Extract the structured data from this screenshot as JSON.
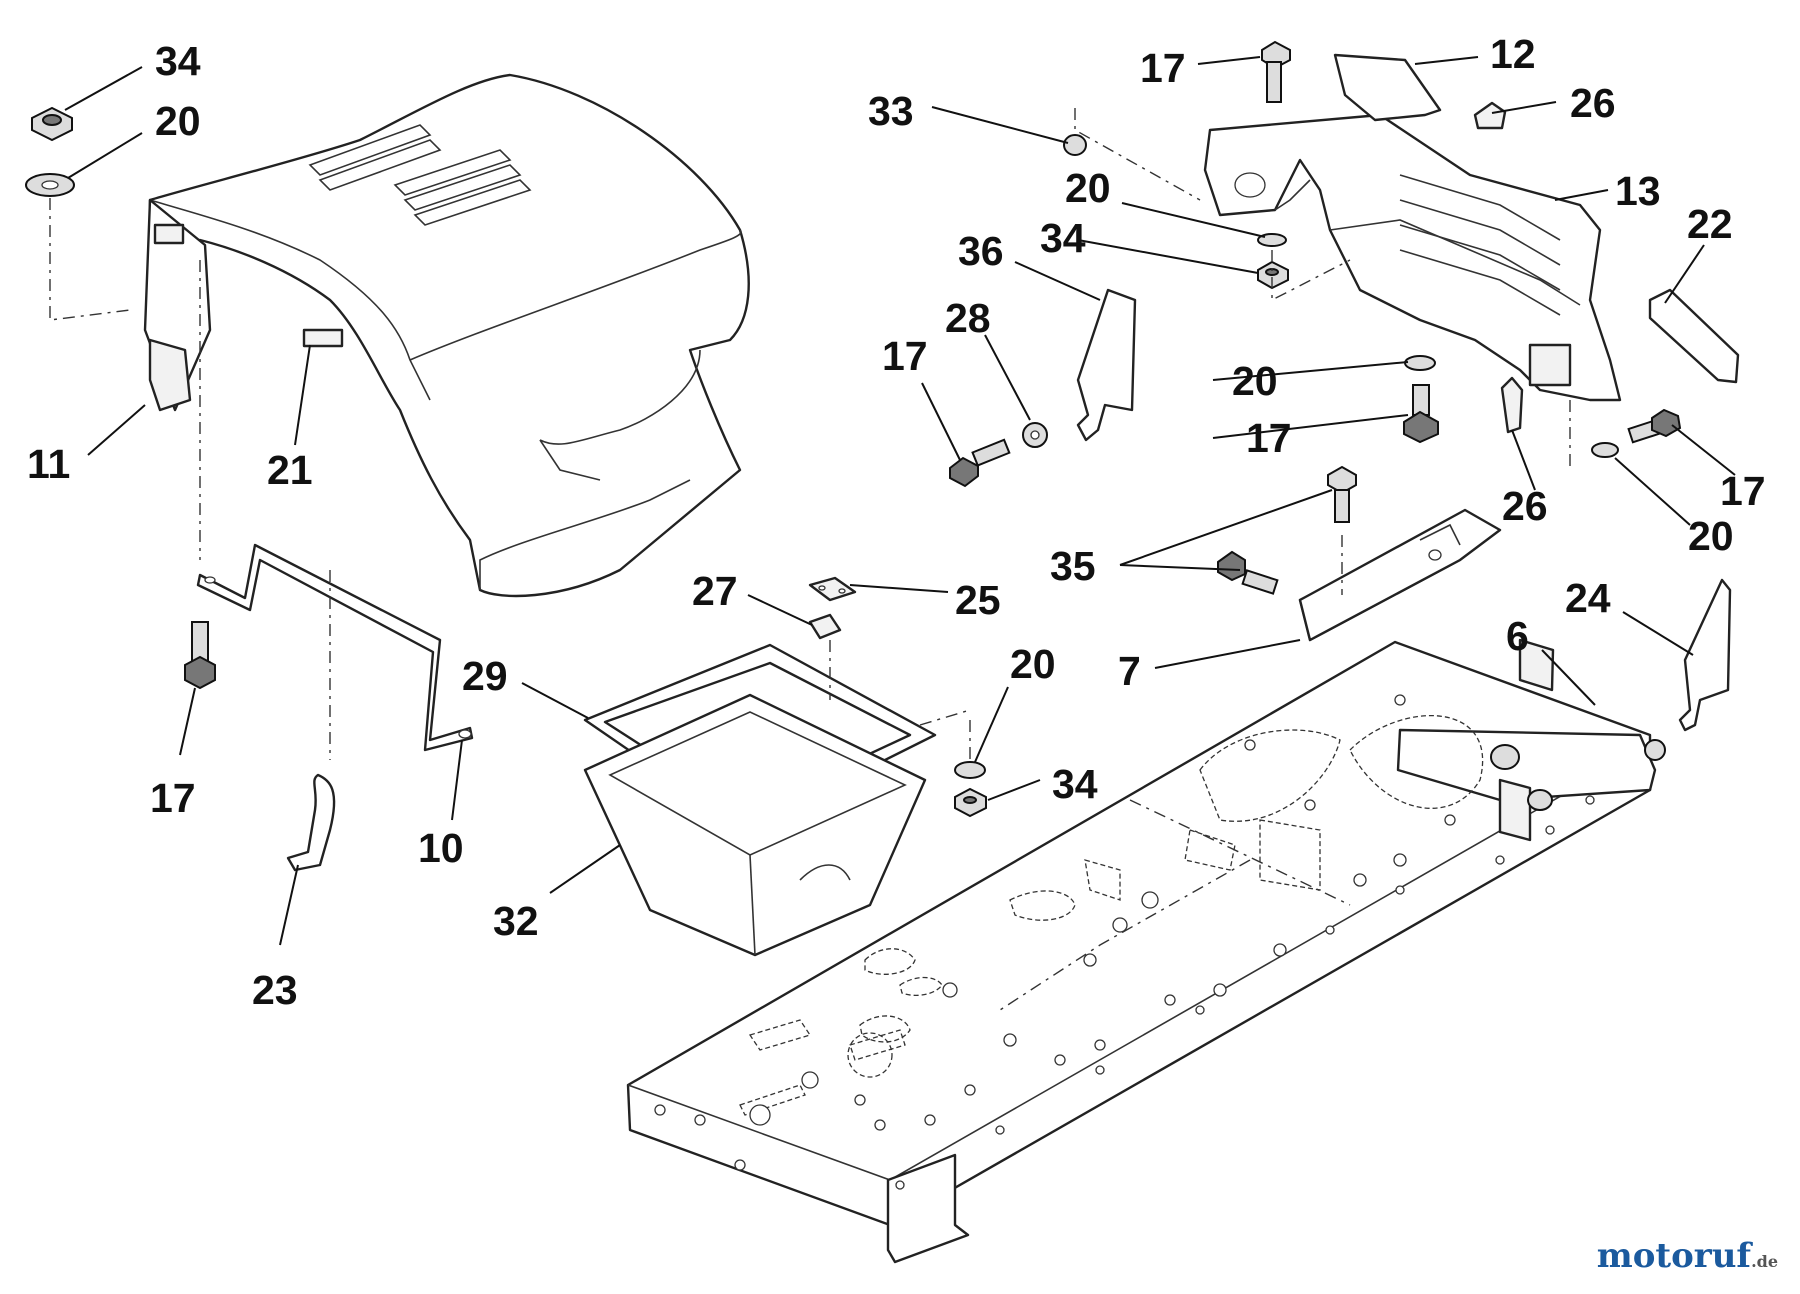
{
  "diagram": {
    "callouts": [
      {
        "id": "c34a",
        "text": "34"
      },
      {
        "id": "c20a",
        "text": "20"
      },
      {
        "id": "c11",
        "text": "11"
      },
      {
        "id": "c21",
        "text": "21"
      },
      {
        "id": "c17a",
        "text": "17"
      },
      {
        "id": "c23",
        "text": "23"
      },
      {
        "id": "c10",
        "text": "10"
      },
      {
        "id": "c27",
        "text": "27"
      },
      {
        "id": "c25",
        "text": "25"
      },
      {
        "id": "c29",
        "text": "29"
      },
      {
        "id": "c32",
        "text": "32"
      },
      {
        "id": "c20b",
        "text": "20"
      },
      {
        "id": "c34b",
        "text": "34"
      },
      {
        "id": "c33",
        "text": "33"
      },
      {
        "id": "c17b",
        "text": "17"
      },
      {
        "id": "c12",
        "text": "12"
      },
      {
        "id": "c26a",
        "text": "26"
      },
      {
        "id": "c13",
        "text": "13"
      },
      {
        "id": "c20c",
        "text": "20"
      },
      {
        "id": "c34c",
        "text": "34"
      },
      {
        "id": "c36",
        "text": "36"
      },
      {
        "id": "c28",
        "text": "28"
      },
      {
        "id": "c17c",
        "text": "17"
      },
      {
        "id": "c20d",
        "text": "20"
      },
      {
        "id": "c17d",
        "text": "17"
      },
      {
        "id": "c26b",
        "text": "26"
      },
      {
        "id": "c22",
        "text": "22"
      },
      {
        "id": "c17e",
        "text": "17"
      },
      {
        "id": "c20e",
        "text": "20"
      },
      {
        "id": "c35",
        "text": "35"
      },
      {
        "id": "c7",
        "text": "7"
      },
      {
        "id": "c24",
        "text": "24"
      },
      {
        "id": "c6",
        "text": "6"
      }
    ]
  },
  "watermark": {
    "main": "motoruf",
    "tld": ".de"
  }
}
